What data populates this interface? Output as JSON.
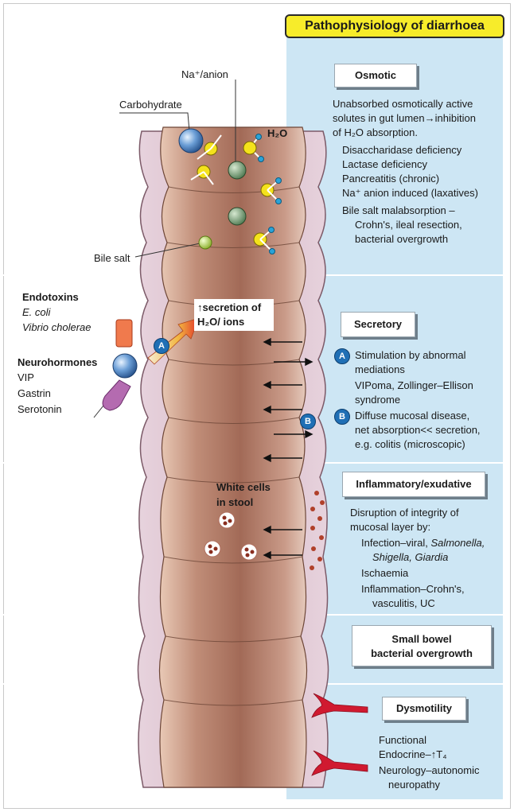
{
  "title": "Pathophysiology of diarrhoea",
  "osmotic": {
    "heading": "Osmotic",
    "desc_1": "Unabsorbed osmotically active",
    "desc_2": "solutes in gut lumen→inhibition",
    "desc_3": "of H₂O absorption.",
    "causes": [
      "Disaccharidase deficiency",
      "Lactase deficiency",
      "Pancreatitis (chronic)",
      "Na⁺ anion induced (laxatives)",
      "Bile salt malabsorption –",
      "Crohn's, ileal resection,",
      "bacterial  overgrowth"
    ],
    "labels": {
      "na_anion": "Na⁺/anion",
      "carbohydrate": "Carbohydrate",
      "h2o": "H₂O",
      "bile_salt": "Bile salt"
    }
  },
  "secretory": {
    "heading": "Secretory",
    "a_lines": [
      "Stimulation by abnormal",
      "mediations",
      "VIPoma, Zollinger–Ellison",
      "syndrome"
    ],
    "b_lines": [
      "Diffuse mucosal disease,",
      "net absorption<< secretion,",
      "e.g. colitis (microscopic)"
    ],
    "marker_a": "A",
    "marker_b": "B",
    "secretion_label_1": "↑secretion of",
    "secretion_label_2": "H₂O/ ions",
    "endotoxins": {
      "heading": "Endotoxins",
      "items": [
        "E. coli",
        "Vibrio cholerae"
      ]
    },
    "neurohormones": {
      "heading": "Neurohormones",
      "items": [
        "VIP",
        "Gastrin",
        "Serotonin"
      ]
    }
  },
  "inflammatory": {
    "heading": "Inflammatory/exudative",
    "lines": [
      "Disruption of integrity of",
      "mucosal layer by:"
    ],
    "infection_prefix": "Infection–viral, ",
    "infection_ital_1": "Salmonella,",
    "infection_ital_2": "Shigella, Giardia",
    "other_lines": [
      "Ischaemia",
      "Inflammation–Crohn's,",
      "vasculitis, UC"
    ],
    "white_cells_1": "White cells",
    "white_cells_2": "in stool"
  },
  "small_bowel": {
    "heading_1": "Small bowel",
    "heading_2": "bacterial overgrowth"
  },
  "dysmotility": {
    "heading": "Dysmotility",
    "lines": [
      "Functional",
      "Endocrine–↑T₄",
      "Neurology–autonomic",
      "neuropathy"
    ]
  },
  "colors": {
    "panel_blue": "#cde6f4",
    "title_yellow": "#f7ec2a",
    "gut_outer": "#dcc3cf",
    "gut_inner": "#b07a68",
    "marker_blue": "#1f6fb5"
  }
}
